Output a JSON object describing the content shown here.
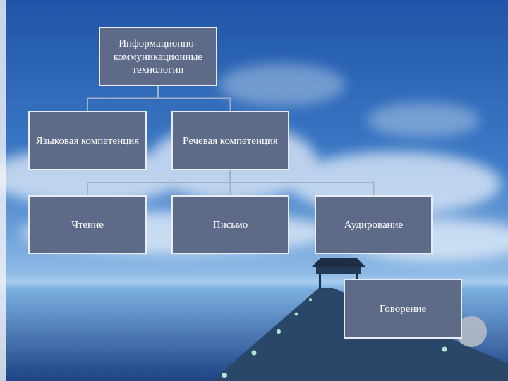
{
  "diagram": {
    "nodes": [
      {
        "text": [
          "Информационно-коммуникационные технологии"
        ]
      },
      {
        "text": [
          "Языковая компетенция"
        ]
      },
      {
        "text": [
          "Речевая компетенция"
        ]
      },
      {
        "text": [
          "Чтение"
        ]
      },
      {
        "text": [
          "Письмо"
        ]
      },
      {
        "text": [
          "Аудирование"
        ]
      },
      {
        "text": [
          "Говорение"
        ]
      }
    ],
    "edges": [
      {
        "from": 0,
        "to": 1,
        "arrow": "none"
      },
      {
        "from": 0,
        "to": 2,
        "arrow": "none"
      },
      {
        "from": 2,
        "to": 3,
        "arrow": "none"
      },
      {
        "from": 2,
        "to": 4,
        "arrow": "none"
      },
      {
        "from": 2,
        "to": 5,
        "arrow": "none"
      }
    ]
  }
}
